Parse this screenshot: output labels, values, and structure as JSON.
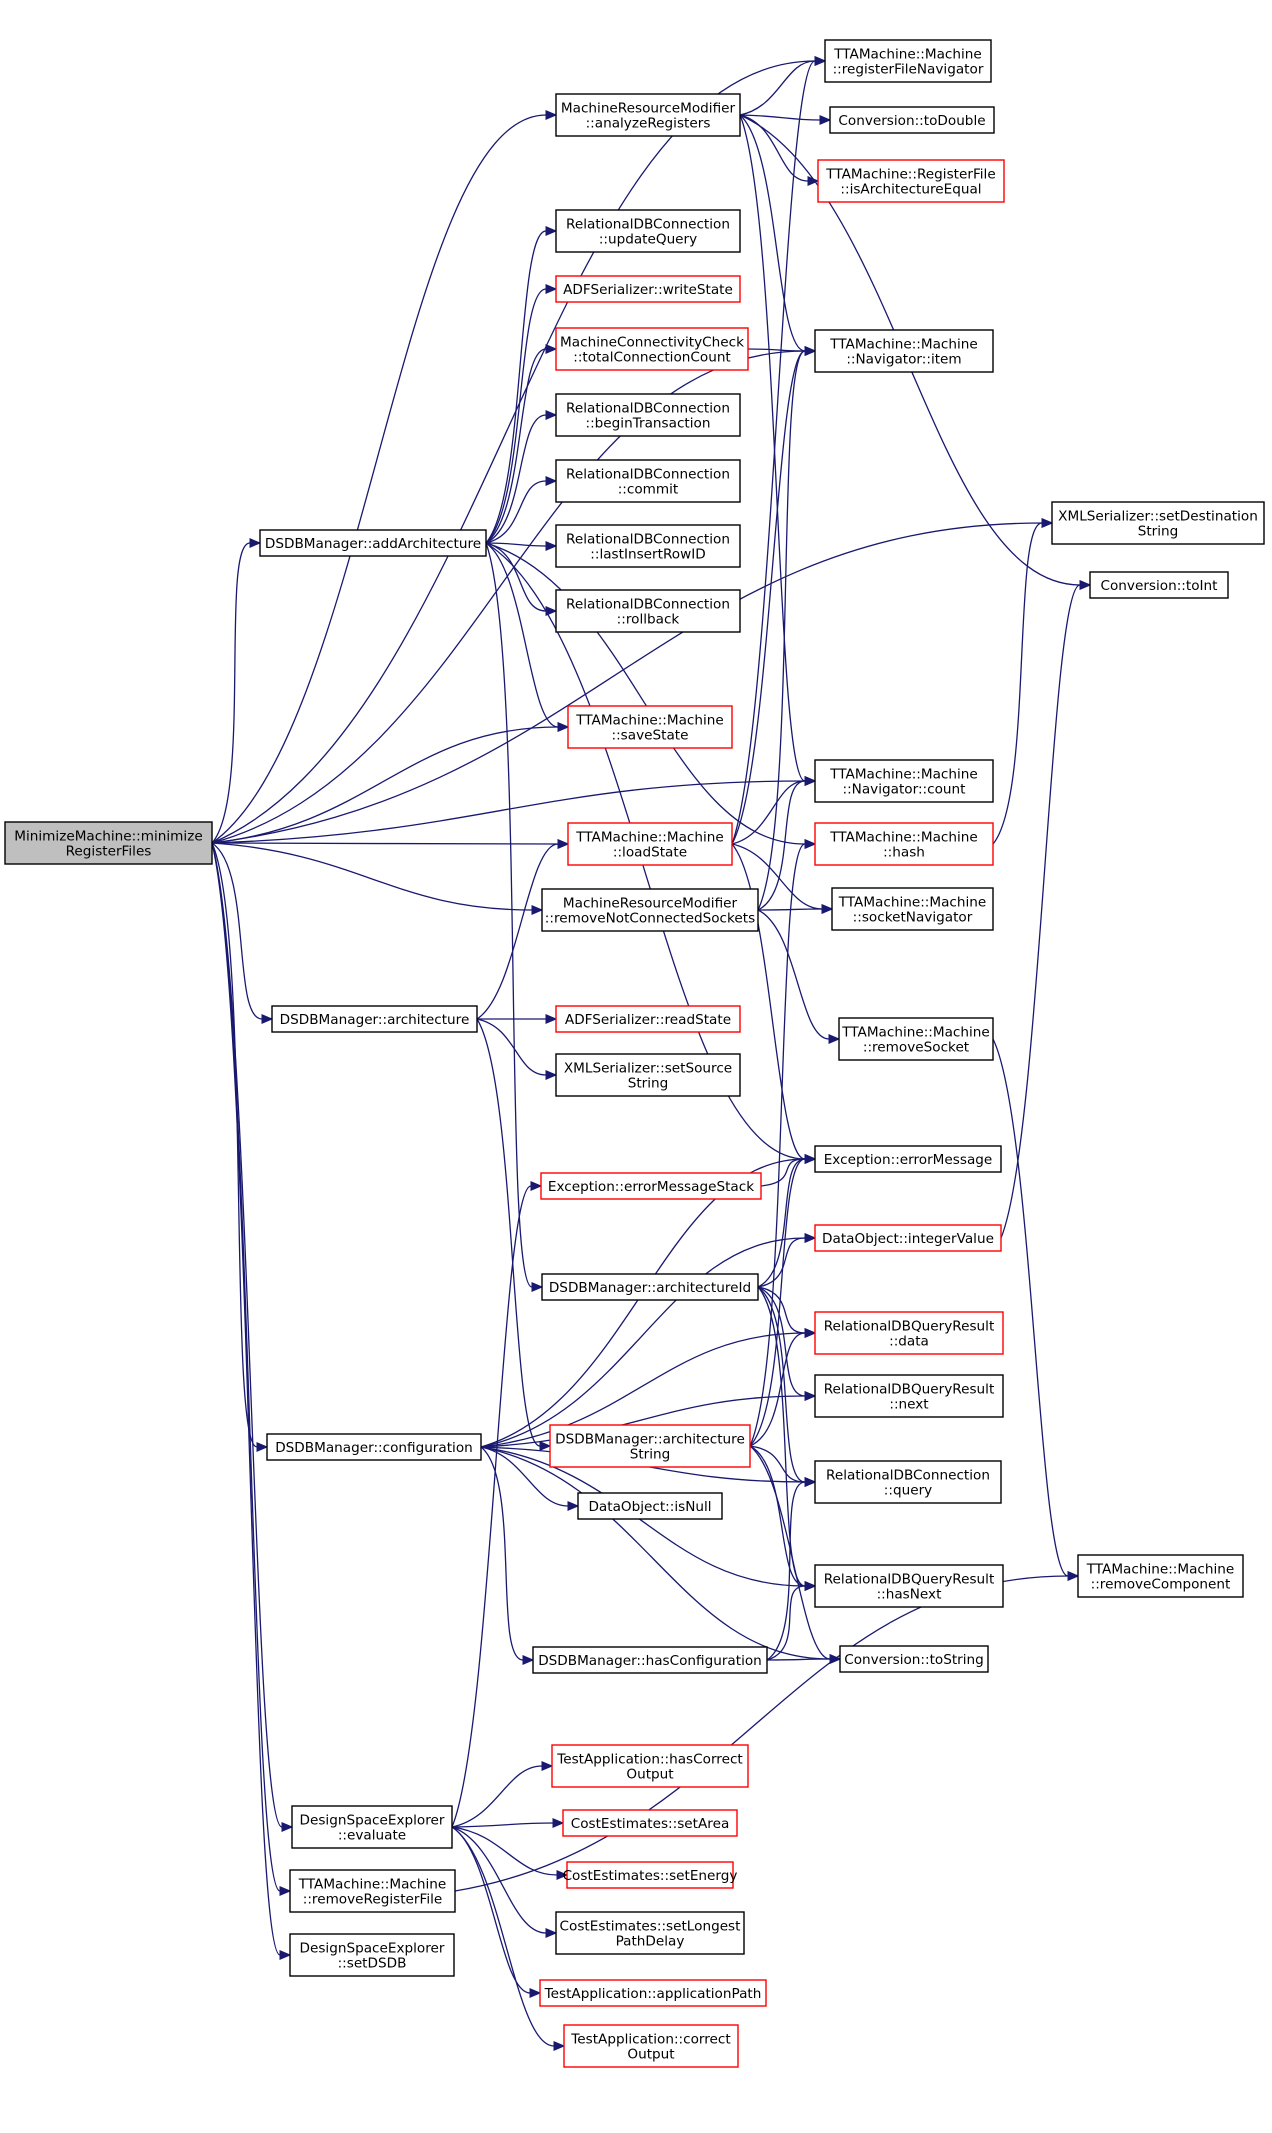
{
  "colors": {
    "edge": "#191970",
    "node_border_normal": "#000000",
    "node_border_truncated": "#ff0000",
    "node_fill": "#ffffff",
    "root_fill": "#bfbfbf",
    "background": "#ffffff"
  },
  "nodes": {
    "root": {
      "lines": [
        "MinimizeMachine::minimize",
        "RegisterFiles"
      ],
      "style": "root"
    },
    "registerFileNavigator": {
      "lines": [
        "TTAMachine::Machine",
        "::registerFileNavigator"
      ],
      "style": "normal"
    },
    "analyzeRegisters": {
      "lines": [
        "MachineResourceModifier",
        "::analyzeRegisters"
      ],
      "style": "normal"
    },
    "toDouble": {
      "lines": [
        "Conversion::toDouble"
      ],
      "style": "normal"
    },
    "isArchitectureEqual": {
      "lines": [
        "TTAMachine::RegisterFile",
        "::isArchitectureEqual"
      ],
      "style": "truncated"
    },
    "updateQuery": {
      "lines": [
        "RelationalDBConnection",
        "::updateQuery"
      ],
      "style": "normal"
    },
    "writeState": {
      "lines": [
        "ADFSerializer::writeState"
      ],
      "style": "truncated"
    },
    "totalConnectionCount": {
      "lines": [
        "MachineConnectivityCheck",
        "::totalConnectionCount"
      ],
      "style": "truncated"
    },
    "navigatorItem": {
      "lines": [
        "TTAMachine::Machine",
        "::Navigator::item"
      ],
      "style": "normal"
    },
    "beginTransaction": {
      "lines": [
        "RelationalDBConnection",
        "::beginTransaction"
      ],
      "style": "normal"
    },
    "commit": {
      "lines": [
        "RelationalDBConnection",
        "::commit"
      ],
      "style": "normal"
    },
    "addArchitecture": {
      "lines": [
        "DSDBManager::addArchitecture"
      ],
      "style": "normal"
    },
    "lastInsertRowID": {
      "lines": [
        "RelationalDBConnection",
        "::lastInsertRowID"
      ],
      "style": "normal"
    },
    "setDestinationString": {
      "lines": [
        "XMLSerializer::setDestination",
        "String"
      ],
      "style": "normal"
    },
    "toInt": {
      "lines": [
        "Conversion::toInt"
      ],
      "style": "normal"
    },
    "rollback": {
      "lines": [
        "RelationalDBConnection",
        "::rollback"
      ],
      "style": "normal"
    },
    "saveState": {
      "lines": [
        "TTAMachine::Machine",
        "::saveState"
      ],
      "style": "truncated"
    },
    "navigatorCount": {
      "lines": [
        "TTAMachine::Machine",
        "::Navigator::count"
      ],
      "style": "normal"
    },
    "loadState": {
      "lines": [
        "TTAMachine::Machine",
        "::loadState"
      ],
      "style": "truncated"
    },
    "hash": {
      "lines": [
        "TTAMachine::Machine",
        "::hash"
      ],
      "style": "truncated"
    },
    "removeNotConnectedSockets": {
      "lines": [
        "MachineResourceModifier",
        "::removeNotConnectedSockets"
      ],
      "style": "normal"
    },
    "socketNavigator": {
      "lines": [
        "TTAMachine::Machine",
        "::socketNavigator"
      ],
      "style": "normal"
    },
    "architecture": {
      "lines": [
        "DSDBManager::architecture"
      ],
      "style": "normal"
    },
    "readState": {
      "lines": [
        "ADFSerializer::readState"
      ],
      "style": "truncated"
    },
    "removeSocket": {
      "lines": [
        "TTAMachine::Machine",
        "::removeSocket"
      ],
      "style": "normal"
    },
    "setSourceString": {
      "lines": [
        "XMLSerializer::setSource",
        "String"
      ],
      "style": "normal"
    },
    "errorMessage": {
      "lines": [
        "Exception::errorMessage"
      ],
      "style": "normal"
    },
    "errorMessageStack": {
      "lines": [
        "Exception::errorMessageStack"
      ],
      "style": "truncated"
    },
    "integerValue": {
      "lines": [
        "DataObject::integerValue"
      ],
      "style": "truncated"
    },
    "architectureId": {
      "lines": [
        "DSDBManager::architectureId"
      ],
      "style": "normal"
    },
    "data": {
      "lines": [
        "RelationalDBQueryResult",
        "::data"
      ],
      "style": "truncated"
    },
    "next": {
      "lines": [
        "RelationalDBQueryResult",
        "::next"
      ],
      "style": "normal"
    },
    "configuration": {
      "lines": [
        "DSDBManager::configuration"
      ],
      "style": "normal"
    },
    "architectureString": {
      "lines": [
        "DSDBManager::architecture",
        "String"
      ],
      "style": "truncated"
    },
    "query": {
      "lines": [
        "RelationalDBConnection",
        "::query"
      ],
      "style": "normal"
    },
    "isNull": {
      "lines": [
        "DataObject::isNull"
      ],
      "style": "normal"
    },
    "removeComponent": {
      "lines": [
        "TTAMachine::Machine",
        "::removeComponent"
      ],
      "style": "normal"
    },
    "hasNext": {
      "lines": [
        "RelationalDBQueryResult",
        "::hasNext"
      ],
      "style": "normal"
    },
    "hasConfiguration": {
      "lines": [
        "DSDBManager::hasConfiguration"
      ],
      "style": "normal"
    },
    "toString": {
      "lines": [
        "Conversion::toString"
      ],
      "style": "normal"
    },
    "hasCorrectOutput": {
      "lines": [
        "TestApplication::hasCorrect",
        "Output"
      ],
      "style": "truncated"
    },
    "evaluate": {
      "lines": [
        "DesignSpaceExplorer",
        "::evaluate"
      ],
      "style": "normal"
    },
    "setArea": {
      "lines": [
        "CostEstimates::setArea"
      ],
      "style": "truncated"
    },
    "removeRegisterFile": {
      "lines": [
        "TTAMachine::Machine",
        "::removeRegisterFile"
      ],
      "style": "normal"
    },
    "setEnergy": {
      "lines": [
        "CostEstimates::setEnergy"
      ],
      "style": "truncated"
    },
    "setLongestPathDelay": {
      "lines": [
        "CostEstimates::setLongest",
        "PathDelay"
      ],
      "style": "normal"
    },
    "setDSDB": {
      "lines": [
        "DesignSpaceExplorer",
        "::setDSDB"
      ],
      "style": "normal"
    },
    "applicationPath": {
      "lines": [
        "TestApplication::applicationPath"
      ],
      "style": "truncated"
    },
    "correctOutput": {
      "lines": [
        "TestApplication::correct",
        "Output"
      ],
      "style": "truncated"
    }
  },
  "edges": [
    [
      "root",
      "registerFileNavigator"
    ],
    [
      "root",
      "analyzeRegisters"
    ],
    [
      "root",
      "setDestinationString"
    ],
    [
      "root",
      "addArchitecture"
    ],
    [
      "root",
      "navigatorItem"
    ],
    [
      "root",
      "saveState"
    ],
    [
      "root",
      "navigatorCount"
    ],
    [
      "root",
      "loadState"
    ],
    [
      "root",
      "removeNotConnectedSockets"
    ],
    [
      "root",
      "architecture"
    ],
    [
      "root",
      "configuration"
    ],
    [
      "root",
      "evaluate"
    ],
    [
      "root",
      "removeRegisterFile"
    ],
    [
      "root",
      "setDSDB"
    ],
    [
      "analyzeRegisters",
      "registerFileNavigator"
    ],
    [
      "analyzeRegisters",
      "toDouble"
    ],
    [
      "analyzeRegisters",
      "isArchitectureEqual"
    ],
    [
      "analyzeRegisters",
      "navigatorItem"
    ],
    [
      "analyzeRegisters",
      "toInt"
    ],
    [
      "analyzeRegisters",
      "navigatorCount"
    ],
    [
      "addArchitecture",
      "updateQuery"
    ],
    [
      "addArchitecture",
      "writeState"
    ],
    [
      "addArchitecture",
      "totalConnectionCount"
    ],
    [
      "addArchitecture",
      "beginTransaction"
    ],
    [
      "addArchitecture",
      "commit"
    ],
    [
      "addArchitecture",
      "lastInsertRowID"
    ],
    [
      "addArchitecture",
      "rollback"
    ],
    [
      "addArchitecture",
      "saveState"
    ],
    [
      "addArchitecture",
      "hash"
    ],
    [
      "addArchitecture",
      "errorMessage"
    ],
    [
      "addArchitecture",
      "architectureId"
    ],
    [
      "totalConnectionCount",
      "navigatorItem"
    ],
    [
      "loadState",
      "registerFileNavigator"
    ],
    [
      "loadState",
      "navigatorItem"
    ],
    [
      "loadState",
      "navigatorCount"
    ],
    [
      "loadState",
      "socketNavigator"
    ],
    [
      "loadState",
      "errorMessage"
    ],
    [
      "hash",
      "setDestinationString"
    ],
    [
      "removeNotConnectedSockets",
      "navigatorCount"
    ],
    [
      "removeNotConnectedSockets",
      "socketNavigator"
    ],
    [
      "removeNotConnectedSockets",
      "navigatorItem"
    ],
    [
      "removeNotConnectedSockets",
      "removeSocket"
    ],
    [
      "removeSocket",
      "removeComponent"
    ],
    [
      "architecture",
      "loadState"
    ],
    [
      "architecture",
      "readState"
    ],
    [
      "architecture",
      "setSourceString"
    ],
    [
      "architecture",
      "architectureString"
    ],
    [
      "errorMessageStack",
      "errorMessage"
    ],
    [
      "integerValue",
      "toInt"
    ],
    [
      "architectureId",
      "errorMessage"
    ],
    [
      "architectureId",
      "integerValue"
    ],
    [
      "architectureId",
      "data"
    ],
    [
      "architectureId",
      "next"
    ],
    [
      "architectureId",
      "query"
    ],
    [
      "architectureId",
      "hasNext"
    ],
    [
      "configuration",
      "errorMessage"
    ],
    [
      "configuration",
      "integerValue"
    ],
    [
      "configuration",
      "data"
    ],
    [
      "configuration",
      "next"
    ],
    [
      "configuration",
      "isNull"
    ],
    [
      "configuration",
      "query"
    ],
    [
      "configuration",
      "hasNext"
    ],
    [
      "configuration",
      "hasConfiguration"
    ],
    [
      "configuration",
      "toString"
    ],
    [
      "architectureString",
      "errorMessage"
    ],
    [
      "architectureString",
      "data"
    ],
    [
      "architectureString",
      "query"
    ],
    [
      "architectureString",
      "hasNext"
    ],
    [
      "architectureString",
      "toString"
    ],
    [
      "architectureString",
      "hash"
    ],
    [
      "hasConfiguration",
      "query"
    ],
    [
      "hasConfiguration",
      "hasNext"
    ],
    [
      "hasConfiguration",
      "toString"
    ],
    [
      "evaluate",
      "errorMessageStack"
    ],
    [
      "evaluate",
      "hasCorrectOutput"
    ],
    [
      "evaluate",
      "setArea"
    ],
    [
      "evaluate",
      "setEnergy"
    ],
    [
      "evaluate",
      "setLongestPathDelay"
    ],
    [
      "evaluate",
      "applicationPath"
    ],
    [
      "evaluate",
      "correctOutput"
    ],
    [
      "removeRegisterFile",
      "removeComponent"
    ]
  ]
}
